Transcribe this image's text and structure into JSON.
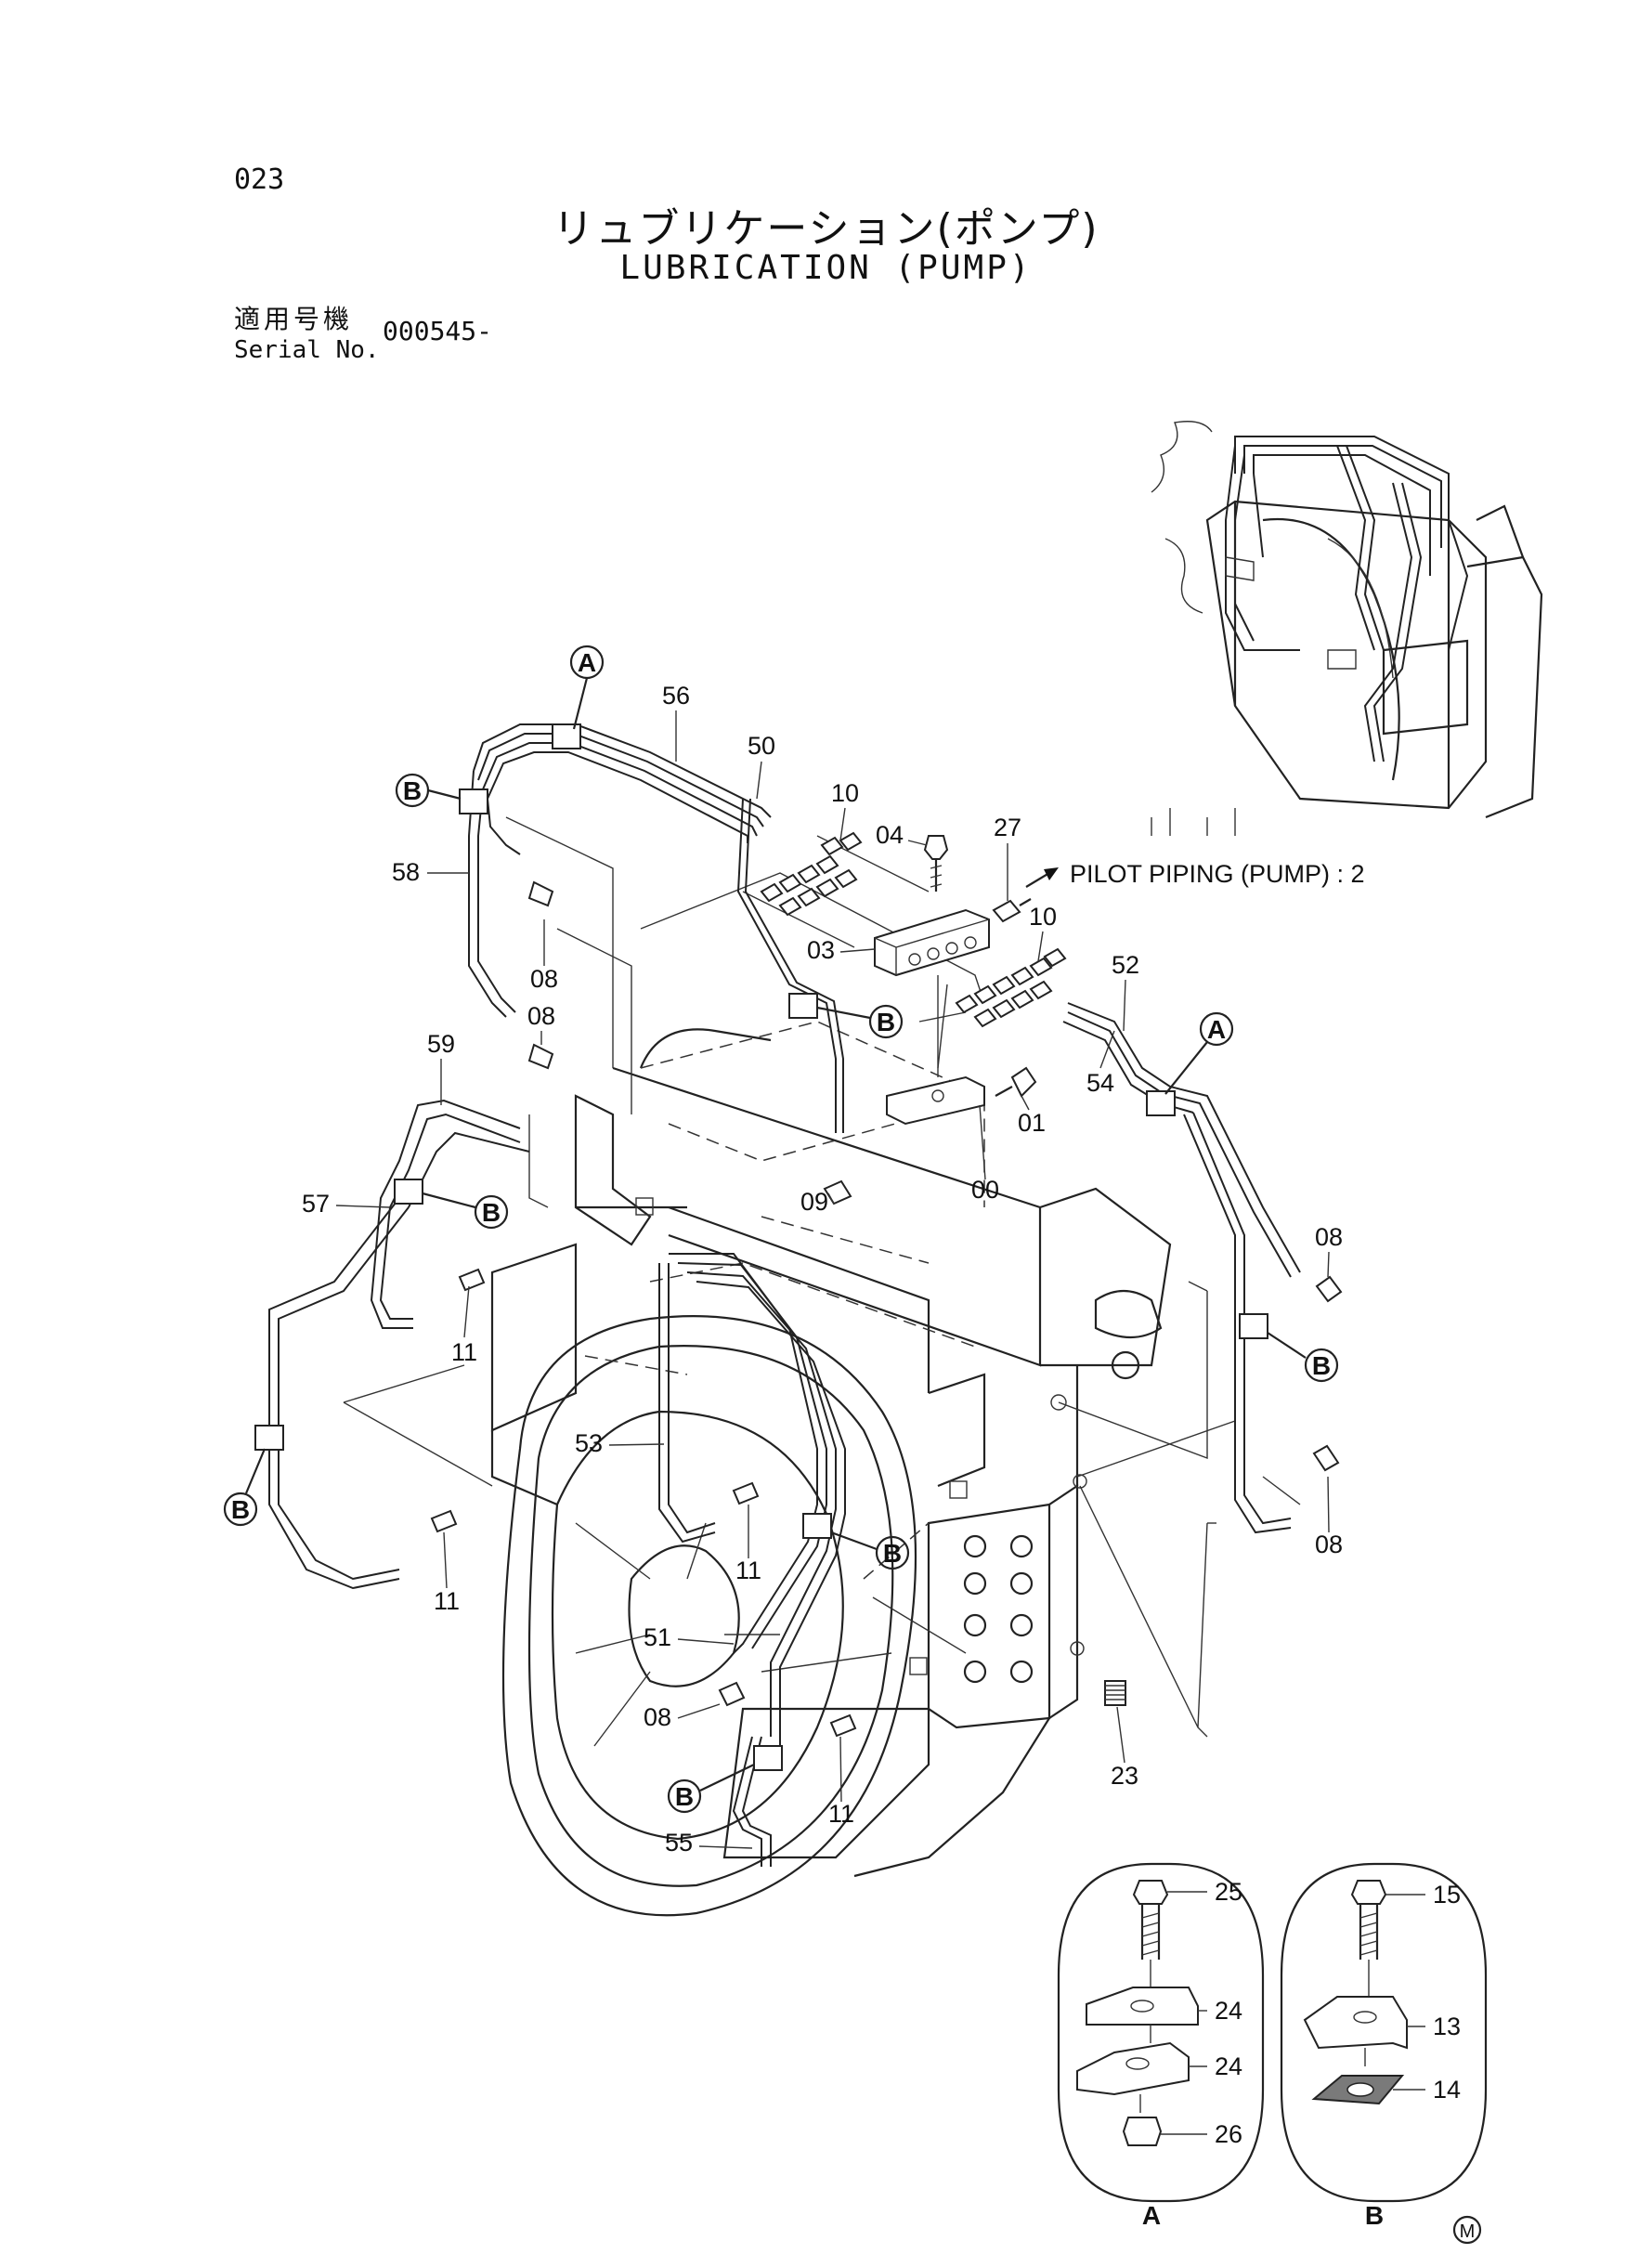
{
  "page_number": "023",
  "title_jp": "リュブリケーション(ポンプ)",
  "title_en": "LUBRICATION (PUMP)",
  "serial_label_jp": "適用号機",
  "serial_label_en": "Serial No.",
  "serial_value": "000545-",
  "reference": "PILOT PIPING (PUMP) : 2",
  "detail_a_label": "A",
  "detail_b_label": "B",
  "mark": "M",
  "callouts": {
    "a": "A",
    "b": "B"
  },
  "parts": {
    "p00": "00",
    "p01": "01",
    "p03": "03",
    "p04": "04",
    "p08": "08",
    "p09": "09",
    "p10": "10",
    "p11": "11",
    "p13": "13",
    "p14": "14",
    "p15": "15",
    "p23": "23",
    "p24": "24",
    "p25": "25",
    "p26": "26",
    "p27": "27",
    "p50": "50",
    "p51": "51",
    "p52": "52",
    "p53": "53",
    "p54": "54",
    "p55": "55",
    "p56": "56",
    "p57": "57",
    "p58": "58",
    "p59": "59"
  }
}
